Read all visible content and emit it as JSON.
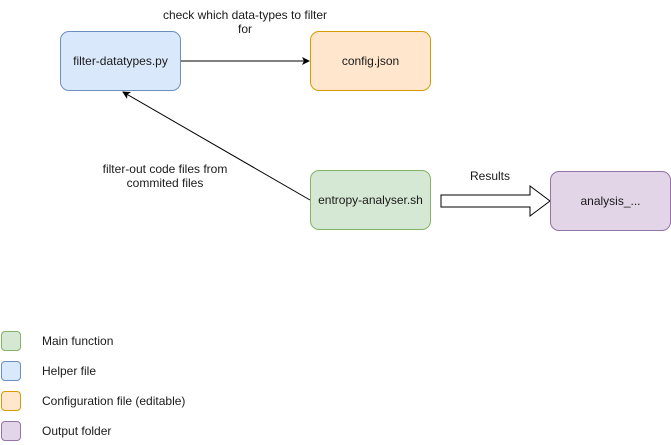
{
  "nodes": {
    "filter": {
      "label": "filter-datatypes.py",
      "fill": "#dae8fc",
      "stroke": "#6c8ebf"
    },
    "config": {
      "label": "config.json",
      "fill": "#ffe6cc",
      "stroke": "#d79b00"
    },
    "entropy": {
      "label": "entropy-analyser.sh",
      "fill": "#d5e8d4",
      "stroke": "#82b366"
    },
    "analysis": {
      "label": "analysis_...",
      "fill": "#e1d5e7",
      "stroke": "#9673a6"
    }
  },
  "edges": {
    "filter_to_config": {
      "label_line1": "check which data-types to filter",
      "label_line2": "for"
    },
    "entropy_to_filter": {
      "label_line1": "filter-out code files from",
      "label_line2": "commited files"
    },
    "entropy_to_analysis": {
      "label": "Results"
    }
  },
  "legend": [
    {
      "label": "Main function",
      "fill": "#d5e8d4",
      "stroke": "#82b366"
    },
    {
      "label": "Helper file",
      "fill": "#dae8fc",
      "stroke": "#6c8ebf"
    },
    {
      "label": "Configuration file (editable)",
      "fill": "#ffe6cc",
      "stroke": "#d79b00"
    },
    {
      "label": "Output folder",
      "fill": "#e1d5e7",
      "stroke": "#9673a6"
    }
  ]
}
